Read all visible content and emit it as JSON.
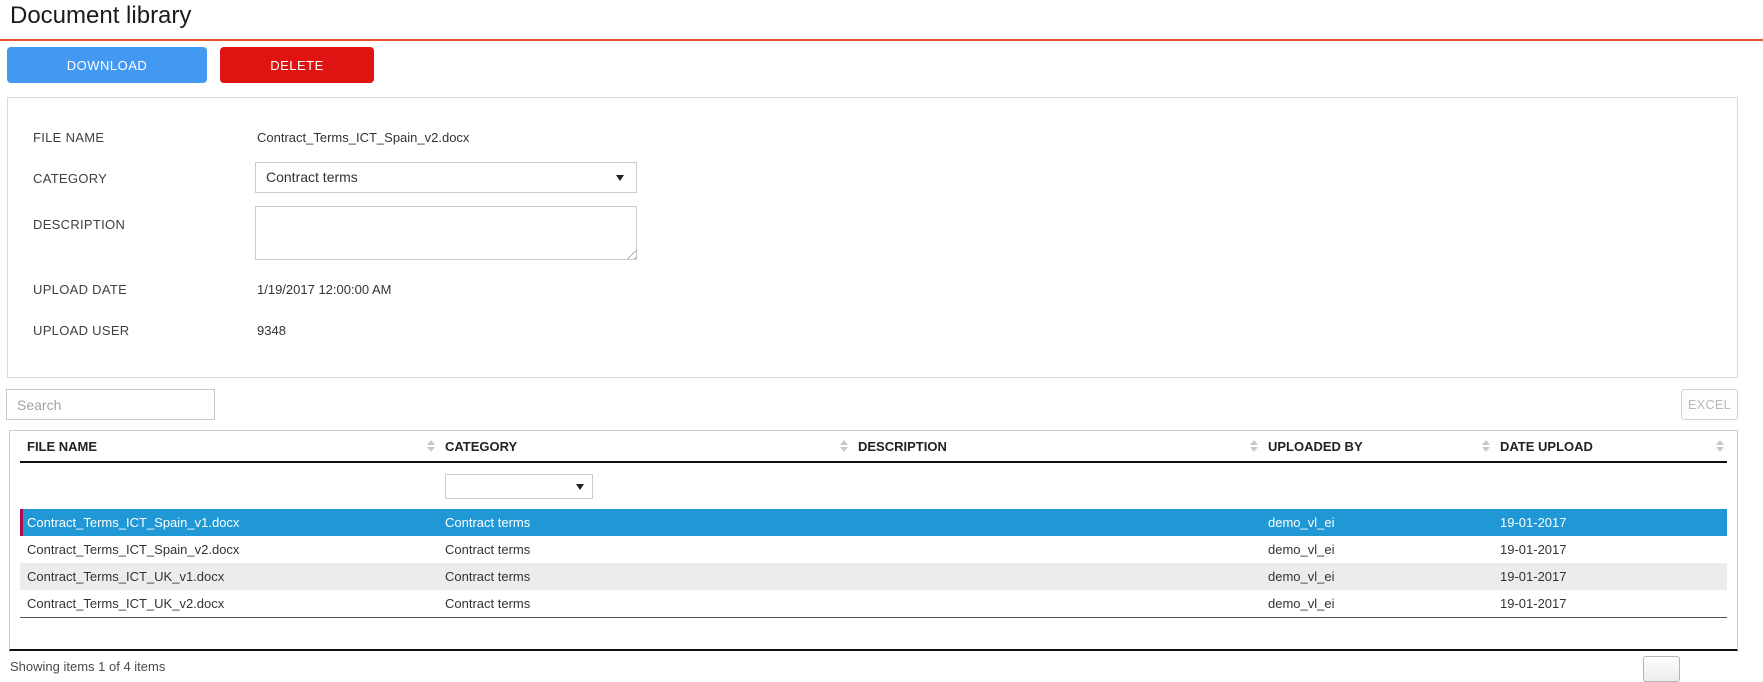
{
  "page": {
    "title": "Document library"
  },
  "colors": {
    "accent_rule": "#e8532c",
    "download_button": "#4399f2",
    "delete_button": "#e11212",
    "selected_row": "#1f98d5",
    "selected_row_bar": "#ac0d4e",
    "alt_row": "#ececec"
  },
  "toolbar": {
    "download_label": "DOWNLOAD",
    "delete_label": "DELETE"
  },
  "form": {
    "file_name_label": "FILE NAME",
    "file_name_value": "Contract_Terms_ICT_Spain_v2.docx",
    "category_label": "CATEGORY",
    "category_value": "Contract terms",
    "description_label": "DESCRIPTION",
    "description_value": "",
    "upload_date_label": "UPLOAD DATE",
    "upload_date_value": "1/19/2017 12:00:00 AM",
    "upload_user_label": "UPLOAD USER",
    "upload_user_value": "9348"
  },
  "search": {
    "placeholder": "Search",
    "value": ""
  },
  "excel_button": {
    "label": "EXCEL"
  },
  "grid": {
    "columns": [
      "FILE NAME",
      "CATEGORY",
      "DESCRIPTION",
      "UPLOADED BY",
      "DATE UPLOAD"
    ],
    "filter": {
      "category_filter_value": ""
    },
    "rows": [
      {
        "file_name": "Contract_Terms_ICT_Spain_v1.docx",
        "category": "Contract terms",
        "description": "",
        "uploaded_by": "demo_vl_ei",
        "date_upload": "19-01-2017",
        "selected": true
      },
      {
        "file_name": "Contract_Terms_ICT_Spain_v2.docx",
        "category": "Contract terms",
        "description": "",
        "uploaded_by": "demo_vl_ei",
        "date_upload": "19-01-2017",
        "selected": false
      },
      {
        "file_name": "Contract_Terms_ICT_UK_v1.docx",
        "category": "Contract terms",
        "description": "",
        "uploaded_by": "demo_vl_ei",
        "date_upload": "19-01-2017",
        "selected": false
      },
      {
        "file_name": "Contract_Terms_ICT_UK_v2.docx",
        "category": "Contract terms",
        "description": "",
        "uploaded_by": "demo_vl_ei",
        "date_upload": "19-01-2017",
        "selected": false
      }
    ]
  },
  "pager": {
    "status_text": "Showing items 1 of 4 items"
  },
  "icons": {
    "sort": "sort-arrows-icon",
    "select_caret": "caret-down-icon"
  }
}
